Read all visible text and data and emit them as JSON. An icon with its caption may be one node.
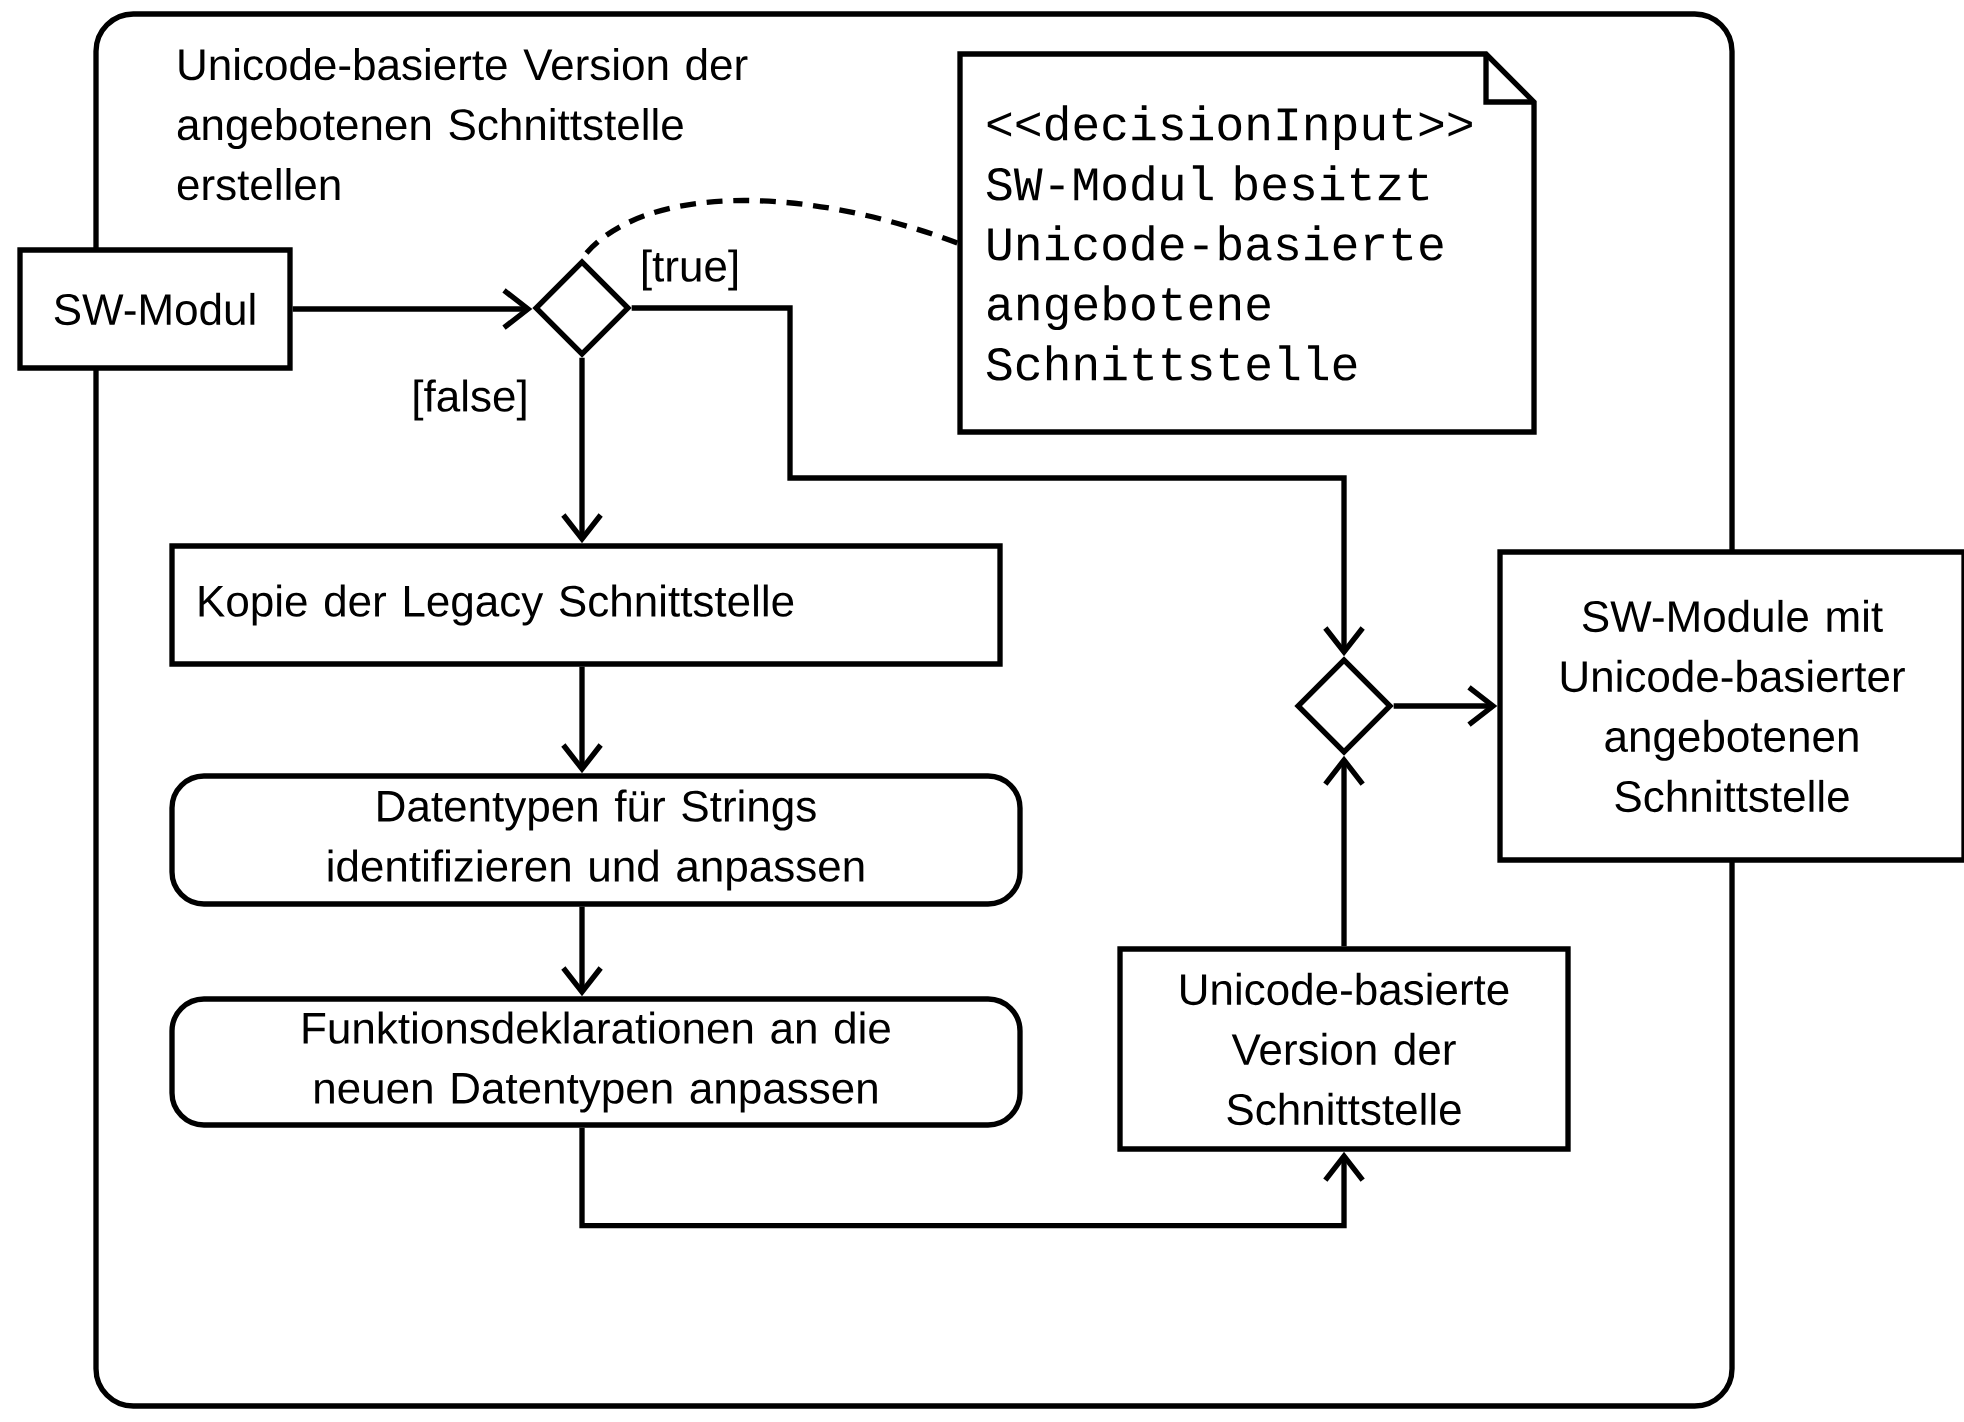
{
  "diagram": {
    "nodes": [
      {
        "text": [
          "Unicode-basierte Version der angebotenen Schnittstelle erstellen"
        ]
      },
      {
        "text": [
          "SW-Modul"
        ]
      },
      {
        "text": [],
        "shape": "diamond",
        "in": 0
      },
      {
        "text": [
          "<<decisionInput>> SW-Modul besitzt Unicode-basierte angebotene Schnittstelle"
        ],
        "in": 0
      },
      {
        "text": [
          "Kopie der Legacy Schnittstelle"
        ],
        "in": 0
      },
      {
        "text": [
          "Datentypen für Strings identifizieren und anpassen"
        ],
        "in": 0
      },
      {
        "text": [
          "Funktionsdeklarationen an die neuen Datentypen anpassen"
        ],
        "in": 0
      },
      {
        "text": [],
        "shape": "diamond",
        "in": 0
      },
      {
        "text": [
          "Unicode-basierte Version der Schnittstelle"
        ],
        "in": 0
      },
      {
        "text": [
          "SW-Module mit Unicode-basierter angebotenen Schnittstelle"
        ]
      }
    ],
    "edges": [
      {
        "from": 1,
        "to": 2,
        "arrow": "to"
      },
      {
        "from": 2,
        "to": 4,
        "arrow": "to",
        "label": "[false]"
      },
      {
        "from": 2,
        "to": 7,
        "arrow": "to",
        "label": "[true]"
      },
      {
        "from": 3,
        "to": 2,
        "arrow": "none",
        "style": "dashed"
      },
      {
        "from": 4,
        "to": 5,
        "arrow": "to"
      },
      {
        "from": 5,
        "to": 6,
        "arrow": "to"
      },
      {
        "from": 6,
        "to": 8,
        "arrow": "to"
      },
      {
        "from": 8,
        "to": 7,
        "arrow": "to"
      },
      {
        "from": 7,
        "to": 9,
        "arrow": "to"
      }
    ]
  }
}
